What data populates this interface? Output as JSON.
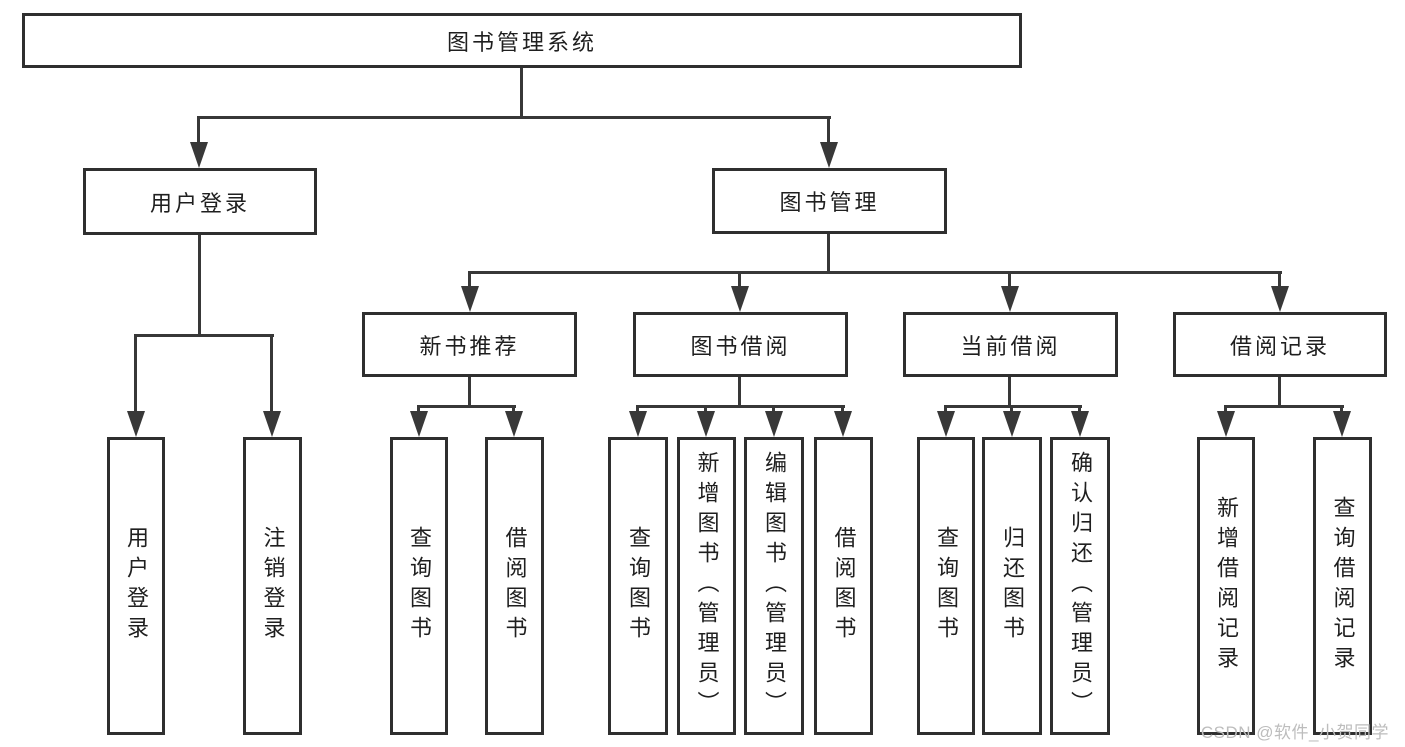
{
  "colors": {
    "line": "#383838",
    "box_border": "#2f2f2f",
    "text": "#1f1f1f",
    "watermark_text": "#bdbdbd",
    "background": "#ffffff"
  },
  "watermark": {
    "text": "CSDN @软件_小贺同学"
  },
  "tree": {
    "root": {
      "label": "图书管理系统"
    },
    "user": {
      "label": "用户登录",
      "children": [
        {
          "label": "用户登录"
        },
        {
          "label": "注销登录"
        }
      ]
    },
    "manage": {
      "label": "图书管理",
      "groups": [
        {
          "label": "新书推荐",
          "children": [
            {
              "label": "查询图书"
            },
            {
              "label": "借阅图书"
            }
          ]
        },
        {
          "label": "图书借阅",
          "children": [
            {
              "label": "查询图书"
            },
            {
              "label": "新增图书（管理员）"
            },
            {
              "label": "编辑图书（管理员）"
            },
            {
              "label": "借阅图书"
            }
          ]
        },
        {
          "label": "当前借阅",
          "children": [
            {
              "label": "查询图书"
            },
            {
              "label": "归还图书"
            },
            {
              "label": "确认归还（管理员）"
            }
          ]
        },
        {
          "label": "借阅记录",
          "children": [
            {
              "label": "新增借阅记录"
            },
            {
              "label": "查询借阅记录"
            }
          ]
        }
      ]
    }
  }
}
